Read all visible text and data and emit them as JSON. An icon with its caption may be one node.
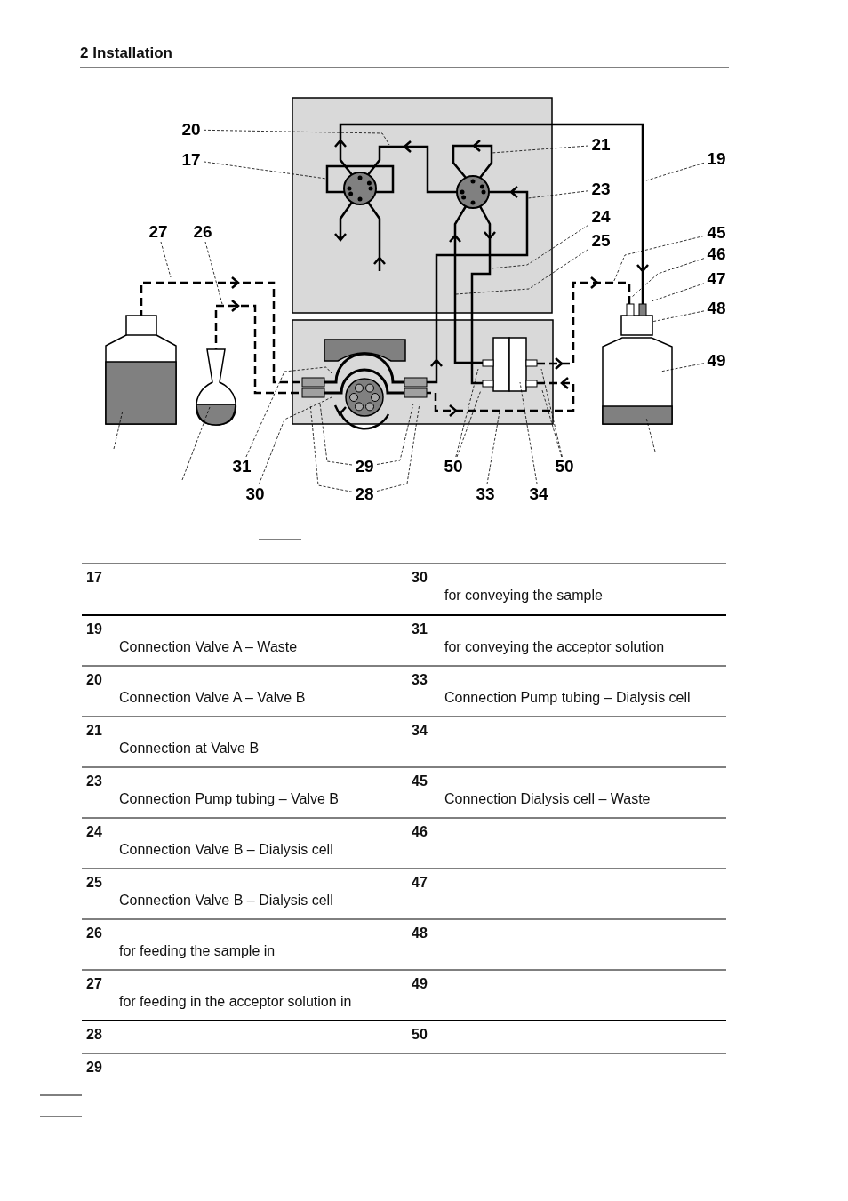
{
  "diagram": {
    "nodes": [
      {
        "text": [
          "20"
        ]
      },
      {
        "text": [
          "17"
        ]
      },
      {
        "text": [
          "21"
        ]
      },
      {
        "text": [
          "19"
        ]
      },
      {
        "text": [
          "23"
        ]
      },
      {
        "text": [
          "24"
        ]
      },
      {
        "text": [
          "27"
        ]
      },
      {
        "text": [
          "26"
        ]
      },
      {
        "text": [
          "45"
        ]
      },
      {
        "text": [
          "25"
        ]
      },
      {
        "text": [
          "46"
        ]
      },
      {
        "text": [
          "47"
        ]
      },
      {
        "text": [
          "48"
        ]
      },
      {
        "text": [
          "49"
        ]
      },
      {
        "text": [
          "31"
        ]
      },
      {
        "text": [
          "29"
        ]
      },
      {
        "text": [
          "50"
        ]
      },
      {
        "text": [
          "50"
        ]
      },
      {
        "text": [
          "30"
        ]
      },
      {
        "text": [
          "28"
        ]
      },
      {
        "text": [
          "33"
        ]
      },
      {
        "text": [
          "34"
        ]
      }
    ],
    "edges": [
      {
        "from": 0,
        "to": null,
        "arrow": "none",
        "style": "dashed"
      },
      {
        "from": 1,
        "to": null,
        "arrow": "none",
        "style": "dashed"
      },
      {
        "from": 2,
        "to": null,
        "arrow": "none",
        "style": "dashed"
      },
      {
        "from": 3,
        "to": null,
        "arrow": "none",
        "style": "dashed"
      },
      {
        "from": 4,
        "to": null,
        "arrow": "none",
        "style": "dashed"
      },
      {
        "from": 5,
        "to": null,
        "arrow": "none",
        "style": "dashed"
      },
      {
        "from": 6,
        "to": null,
        "arrow": "none",
        "style": "dashed"
      },
      {
        "from": 7,
        "to": null,
        "arrow": "none",
        "style": "dashed"
      },
      {
        "from": 8,
        "to": null,
        "arrow": "none",
        "style": "dashed"
      },
      {
        "from": 9,
        "to": null,
        "arrow": "none",
        "style": "dashed"
      },
      {
        "from": 10,
        "to": null,
        "arrow": "none",
        "style": "dashed"
      },
      {
        "from": 11,
        "to": null,
        "arrow": "none",
        "style": "dashed"
      },
      {
        "from": 12,
        "to": null,
        "arrow": "none",
        "style": "dashed"
      },
      {
        "from": 13,
        "to": null,
        "arrow": "none",
        "style": "dashed"
      },
      {
        "from": 14,
        "to": null,
        "arrow": "none",
        "style": "dashed"
      },
      {
        "from": 15,
        "to": null,
        "arrow": "none",
        "style": "dashed"
      },
      {
        "from": 15,
        "to": null,
        "arrow": "none",
        "style": "dashed"
      },
      {
        "from": 16,
        "to": null,
        "arrow": "none",
        "style": "dashed"
      },
      {
        "from": 16,
        "to": null,
        "arrow": "none",
        "style": "dashed"
      },
      {
        "from": 17,
        "to": null,
        "arrow": "none",
        "style": "dashed"
      },
      {
        "from": 17,
        "to": null,
        "arrow": "none",
        "style": "dashed"
      },
      {
        "from": 18,
        "to": null,
        "arrow": "none",
        "style": "dashed"
      },
      {
        "from": 19,
        "to": null,
        "arrow": "none",
        "style": "dashed"
      },
      {
        "from": 19,
        "to": null,
        "arrow": "none",
        "style": "dashed"
      },
      {
        "from": 20,
        "to": null,
        "arrow": "none",
        "style": "dashed"
      },
      {
        "from": 21,
        "to": null,
        "arrow": "none",
        "style": "dashed"
      }
    ],
    "labels": [
      "2 Installation",
      "17",
      "30",
      "for conveying the sample",
      "19",
      "Connection Valve A – Waste",
      "31",
      "for conveying the acceptor solution",
      "20",
      "Connection Valve A – Valve B",
      "33",
      "Connection Pump tubing – Dialysis cell",
      "21",
      "Connection at Valve B",
      "34",
      "23",
      "Connection Pump tubing – Valve B",
      "45",
      "Connection Dialysis cell – Waste",
      "24",
      "Connection Valve B – Dialysis cell",
      "46",
      "25",
      "Connection Valve B – Dialysis cell",
      "47",
      "26",
      "for feeding the sample in",
      "48",
      "27",
      "for feeding in the acceptor solution in",
      "49",
      "28",
      "50",
      "29"
    ]
  }
}
